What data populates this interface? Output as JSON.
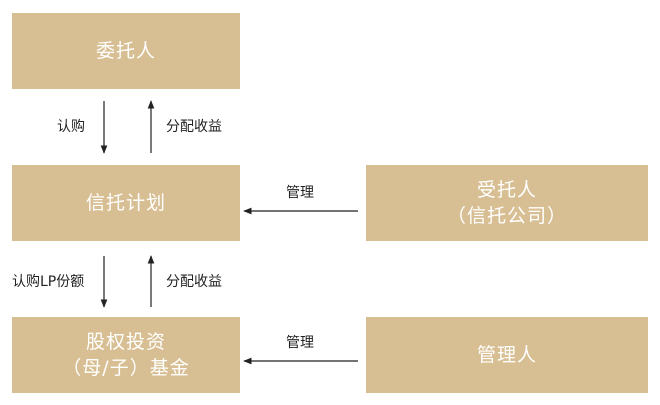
{
  "colors": {
    "box_fill": "#d8bf93",
    "box_text": "#ffffff",
    "arrow": "#222222",
    "label_text": "#222222"
  },
  "nodes": {
    "entrustor": {
      "text": "委托人"
    },
    "trust_plan": {
      "text": "信托计划"
    },
    "trustee": {
      "line1": "受托人",
      "line2": "（信托公司）"
    },
    "equity_fund": {
      "line1": "股权投资",
      "line2": "（母/子）基金"
    },
    "manager": {
      "text": "管理人"
    }
  },
  "edges": {
    "subscribe_top": "认购",
    "distribute_top": "分配收益",
    "manage_trust": "管理",
    "subscribe_lp": "认购LP份额",
    "distribute_bottom": "分配收益",
    "manage_fund": "管理"
  }
}
